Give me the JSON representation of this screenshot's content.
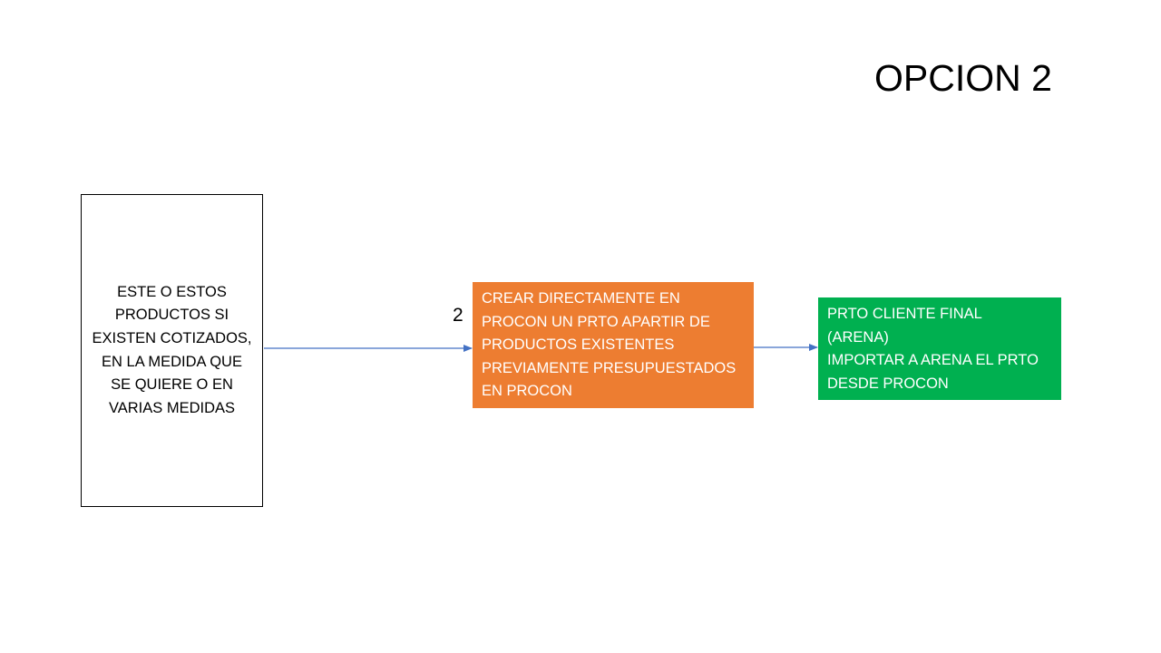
{
  "slide": {
    "title": "OPCION 2",
    "step_number": "2",
    "boxes": {
      "left": {
        "lines": [
          "ESTE O ESTOS",
          "PRODUCTOS SI",
          "EXISTEN COTIZADOS,",
          "EN LA MEDIDA QUE",
          "SE QUIERE O EN",
          "VARIAS MEDIDAS"
        ]
      },
      "orange": {
        "lines": [
          "CREAR DIRECTAMENTE  EN",
          "PROCON UN PRTO APARTIR DE",
          "PRODUCTOS EXISTENTES",
          "PREVIAMENTE PRESUPUESTADOS",
          "EN PROCON"
        ]
      },
      "green": {
        "lines": [
          "PRTO CLIENTE  FINAL",
          "(ARENA)",
          "IMPORTAR A ARENA EL PRTO",
          "DESDE PROCON"
        ]
      }
    },
    "colors": {
      "orange_box": "#ED7D31",
      "green_box": "#00B050",
      "arrow": "#4472C4"
    }
  }
}
